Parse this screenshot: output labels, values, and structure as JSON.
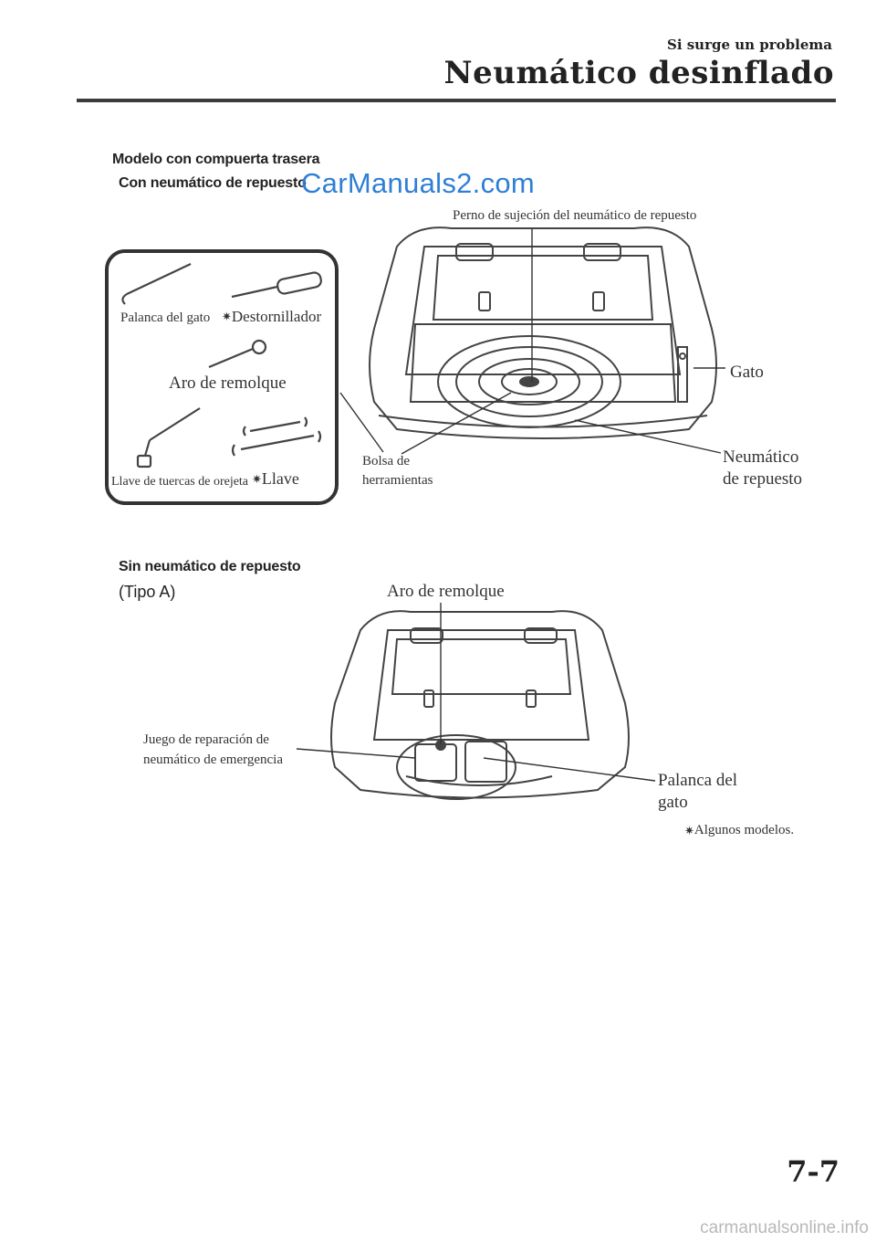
{
  "header": {
    "section": "Si surge un problema",
    "chapter_title": "Neumático desinflado"
  },
  "figure1": {
    "heading": "Modelo con compuerta trasera",
    "subheading": "Con neumático de repuesto",
    "watermark": "CarManuals2.com",
    "labels": {
      "bolt": "Perno de sujeción del neumático de repuesto",
      "jack": "Gato",
      "spare_line1": "Neumático",
      "spare_line2": "de repuesto",
      "tool_bag_line1": "Bolsa de",
      "tool_bag_line2": "herramientas",
      "jack_lever": "Palanca del gato",
      "screwdriver": "Destornillador",
      "tow_ring": "Aro de remolque",
      "lug_wrench": "Llave de tuercas de orejeta",
      "wrench": "Llave",
      "optional_mark": "✷"
    }
  },
  "figure2": {
    "subheading": "Sin neumático de repuesto",
    "type_label": "(Tipo A)",
    "labels": {
      "tow_ring": "Aro de remolque",
      "repair_kit_line1": "Juego de reparación de",
      "repair_kit_line2": "neumático de emergencia",
      "jack_lever_line1": "Palanca del",
      "jack_lever_line2": "gato"
    },
    "note": "Algunos modelos.",
    "note_mark": "✷"
  },
  "footer": {
    "page_number": "7-7",
    "site_watermark": "carmanualsonline.info"
  }
}
